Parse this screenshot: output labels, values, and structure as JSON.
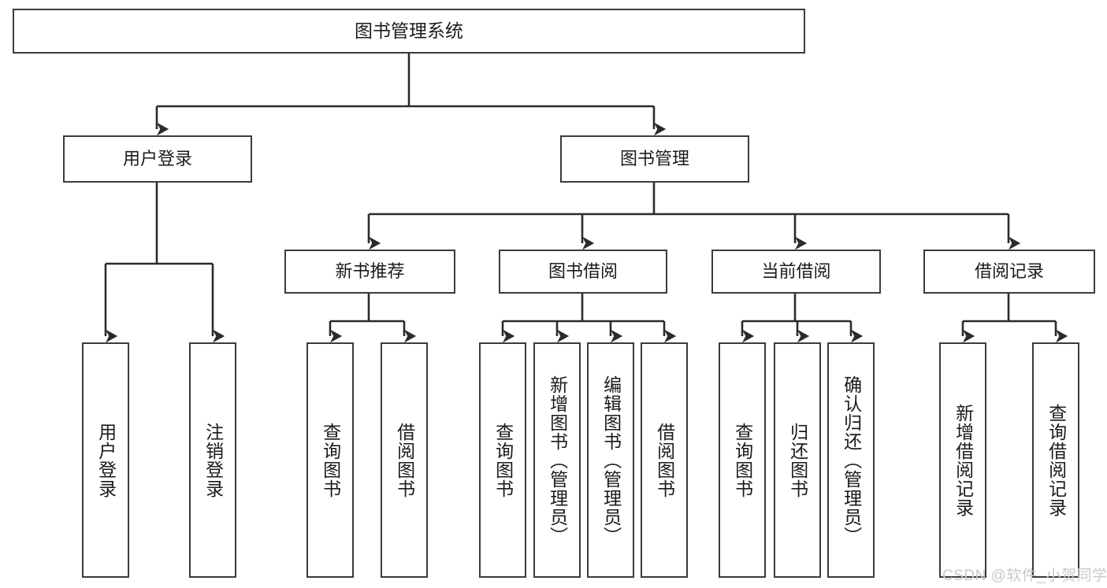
{
  "diagram": {
    "title": "图书管理系统",
    "root": {
      "label": "图书管理系统"
    },
    "level2": [
      {
        "label": "用户登录"
      },
      {
        "label": "图书管理"
      }
    ],
    "level3": [
      {
        "label": "新书推荐"
      },
      {
        "label": "图书借阅"
      },
      {
        "label": "当前借阅"
      },
      {
        "label": "借阅记录"
      }
    ],
    "leaves": {
      "user_login": [
        {
          "label": "用户登录"
        },
        {
          "label": "注销登录"
        }
      ],
      "new_book_recommend": [
        {
          "label": "查询图书"
        },
        {
          "label": "借阅图书"
        }
      ],
      "book_borrow": [
        {
          "label": "查询图书"
        },
        {
          "label": "新增图书（管理员）"
        },
        {
          "label": "编辑图书（管理员）"
        },
        {
          "label": "借阅图书"
        }
      ],
      "current_borrow": [
        {
          "label": "查询图书"
        },
        {
          "label": "归还图书"
        },
        {
          "label": "确认归还（管理员）"
        }
      ],
      "borrow_record": [
        {
          "label": "新增借阅记录"
        },
        {
          "label": "查询借阅记录"
        }
      ]
    }
  },
  "watermark": {
    "text": "CSDN @软件_小贺同学"
  },
  "colors": {
    "stroke": "#3b3b3b",
    "background": "#ffffff",
    "text": "#1b1b1b",
    "watermark": "#c9c9c9"
  }
}
